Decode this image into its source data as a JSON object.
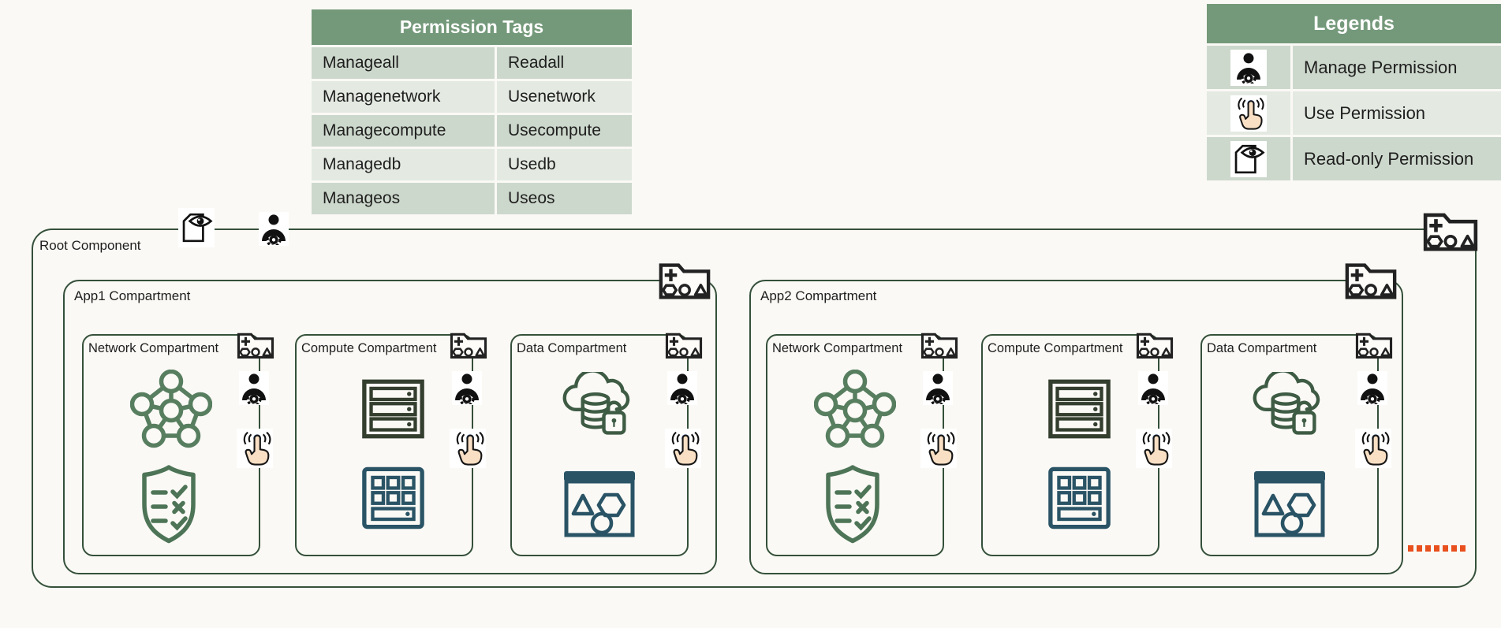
{
  "permission_tags": {
    "title": "Permission Tags",
    "rows": [
      {
        "manage": "Manageall",
        "use": "Readall"
      },
      {
        "manage": "Managenetwork",
        "use": "Usenetwork"
      },
      {
        "manage": "Managecompute",
        "use": "Usecompute"
      },
      {
        "manage": "Managedb",
        "use": "Usedb"
      },
      {
        "manage": "Manageos",
        "use": "Useos"
      }
    ]
  },
  "legends": {
    "title": "Legends",
    "items": [
      {
        "icon": "manage-permission-icon",
        "label": "Manage Permission"
      },
      {
        "icon": "use-permission-icon",
        "label": "Use Permission"
      },
      {
        "icon": "read-only-permission-icon",
        "label": "Read-only Permission"
      }
    ]
  },
  "diagram": {
    "root_label": "Root Component",
    "apps": [
      {
        "label": "App1 Compartment",
        "compartments": [
          {
            "label": "Network Compartment"
          },
          {
            "label": "Compute Compartment"
          },
          {
            "label": "Data Compartment"
          }
        ]
      },
      {
        "label": "App2 Compartment",
        "compartments": [
          {
            "label": "Network Compartment"
          },
          {
            "label": "Compute Compartment"
          },
          {
            "label": "Data Compartment"
          }
        ]
      }
    ]
  },
  "colors": {
    "table_header_green": "#74997a",
    "row_dark": "#cdd8cc",
    "row_light": "#e4eae2",
    "border_green": "#35503a",
    "icon_green": "#587e60",
    "icon_dark_green": "#3e5b44",
    "icon_server": "#333e2e",
    "icon_teal": "#2a5466",
    "tap_blue": "#6a93d8",
    "dotted_red": "#e8501e"
  }
}
